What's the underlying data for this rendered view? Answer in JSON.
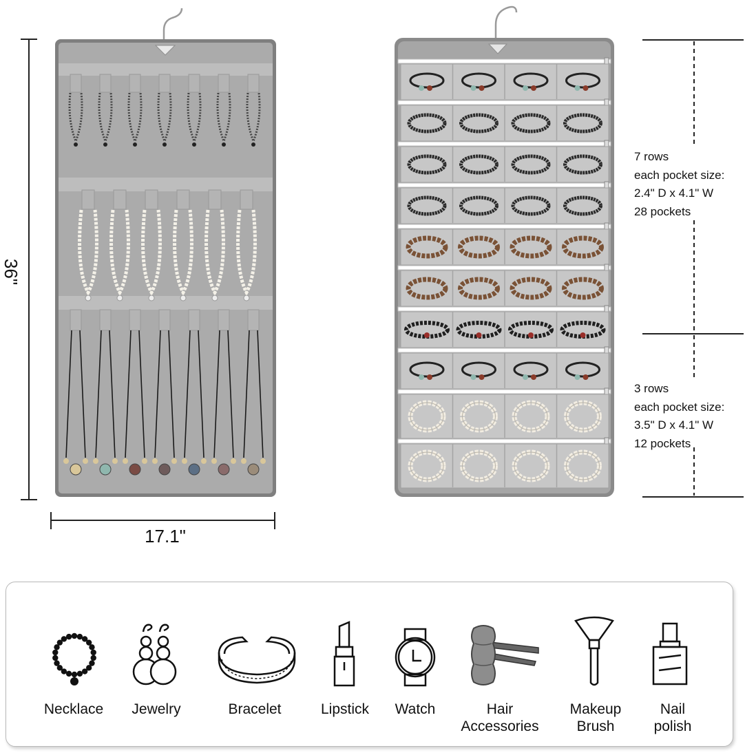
{
  "dimensions": {
    "height": "36\"",
    "width": "17.1\""
  },
  "specs": {
    "top": {
      "rows": "7 rows",
      "size_title": "each pocket size:",
      "size": "2.4\" D x 4.1\" W",
      "pockets": "28 pockets"
    },
    "bottom": {
      "rows": "3 rows",
      "size_title": "each pocket size:",
      "size": "3.5\" D x 4.1\" W",
      "pockets": "12 pockets"
    }
  },
  "categories": [
    {
      "icon": "necklace-icon",
      "line1": "Necklace",
      "line2": ""
    },
    {
      "icon": "earring-icon",
      "line1": "Jewelry",
      "line2": ""
    },
    {
      "icon": "bracelet-icon",
      "line1": "Bracelet",
      "line2": ""
    },
    {
      "icon": "lipstick-icon",
      "line1": "Lipstick",
      "line2": ""
    },
    {
      "icon": "watch-icon",
      "line1": "Watch",
      "line2": ""
    },
    {
      "icon": "hair-clip-icon",
      "line1": "Hair",
      "line2": "Accessories"
    },
    {
      "icon": "makeup-brush-icon",
      "line1": "Makeup",
      "line2": "Brush"
    },
    {
      "icon": "nail-polish-icon",
      "line1": "Nail",
      "line2": "polish"
    }
  ],
  "colors": {
    "felt": "#a9a9a9",
    "felt_dark": "#7d7d7d",
    "pocket": "#c9c9c9",
    "zipper": "#ffffff"
  }
}
